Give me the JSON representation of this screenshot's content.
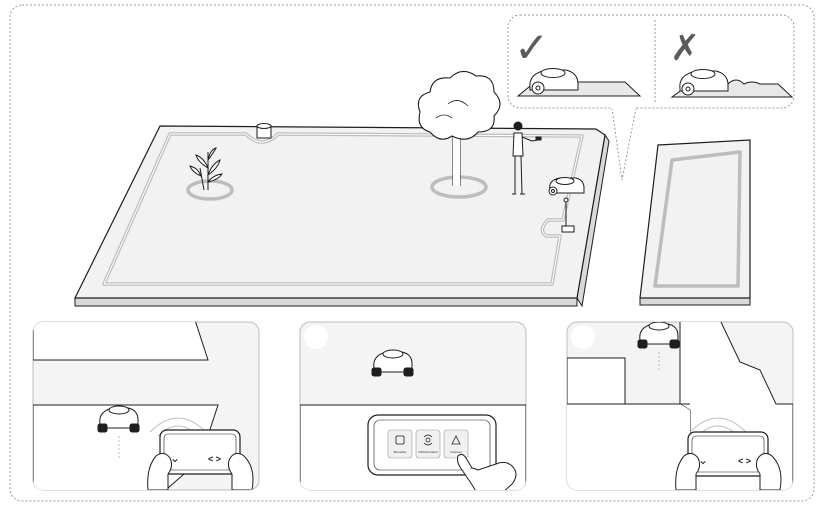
{
  "colors": {
    "line": "#1e1e1e",
    "lawn": "#f2f2f2",
    "lawn_side": "#d9d9d9",
    "wire": "#bdbdbd",
    "dash": "#9a9a9a",
    "panel_bg": "#f4f4f4",
    "step_badge": "#ffffff"
  },
  "comparison": {
    "good_mark": "✓",
    "bad_mark": "✗"
  },
  "phone": {
    "down_glyph": "⌄",
    "arrows_glyph": "< >"
  },
  "tablet": {
    "buttons": [
      {
        "label": "Boundary",
        "icon": "boundary-icon"
      },
      {
        "label": "Off-limit island",
        "icon": "off-limit-island-icon"
      },
      {
        "label": "Channel",
        "icon": "channel-icon"
      }
    ]
  }
}
